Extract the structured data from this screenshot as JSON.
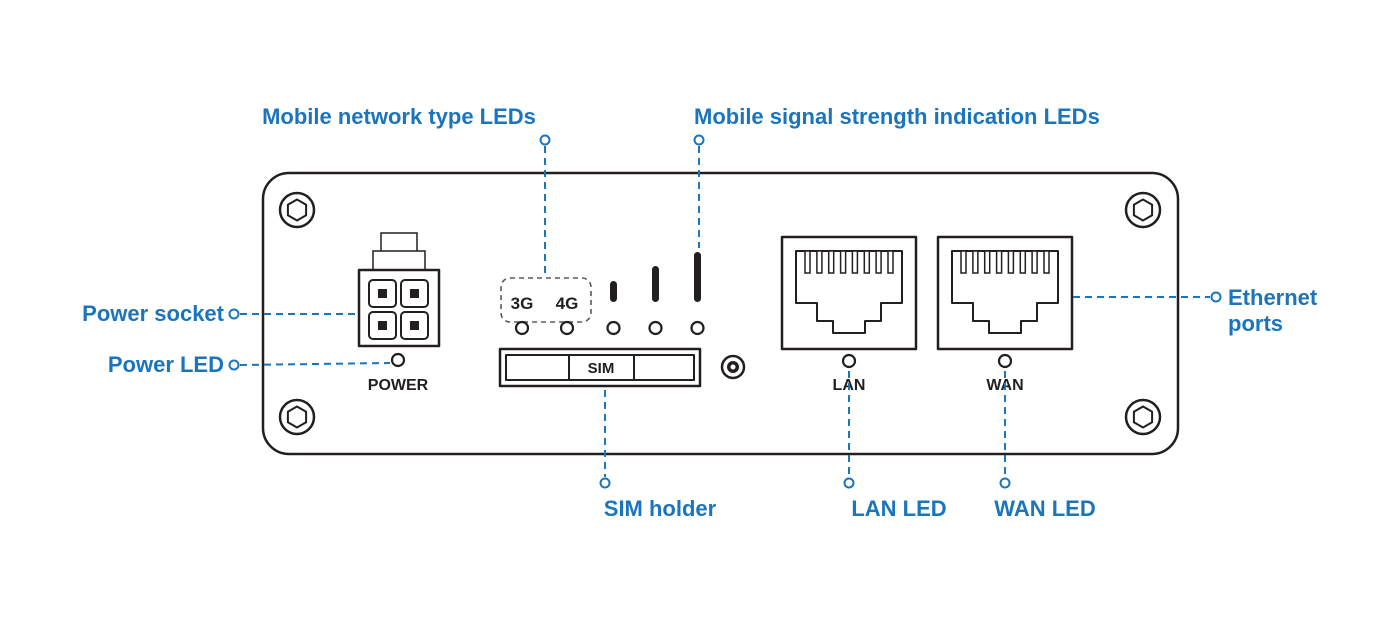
{
  "title": "Router front panel diagram",
  "colors": {
    "accent": "#1b75bc",
    "line": "#231f20",
    "background": "#ffffff"
  },
  "callouts": {
    "mobile_network_type": "Mobile network type LEDs",
    "mobile_signal_strength": "Mobile signal strength indication LEDs",
    "power_socket": "Power socket",
    "power_led": "Power LED",
    "sim_holder": "SIM holder",
    "lan_led": "LAN LED",
    "wan_led": "WAN LED",
    "ethernet_ports": {
      "line1": "Ethernet",
      "line2": "ports"
    }
  },
  "panel_labels": {
    "power": "POWER",
    "network_3g": "3G",
    "network_4g": "4G",
    "sim": "SIM",
    "lan": "LAN",
    "wan": "WAN"
  }
}
